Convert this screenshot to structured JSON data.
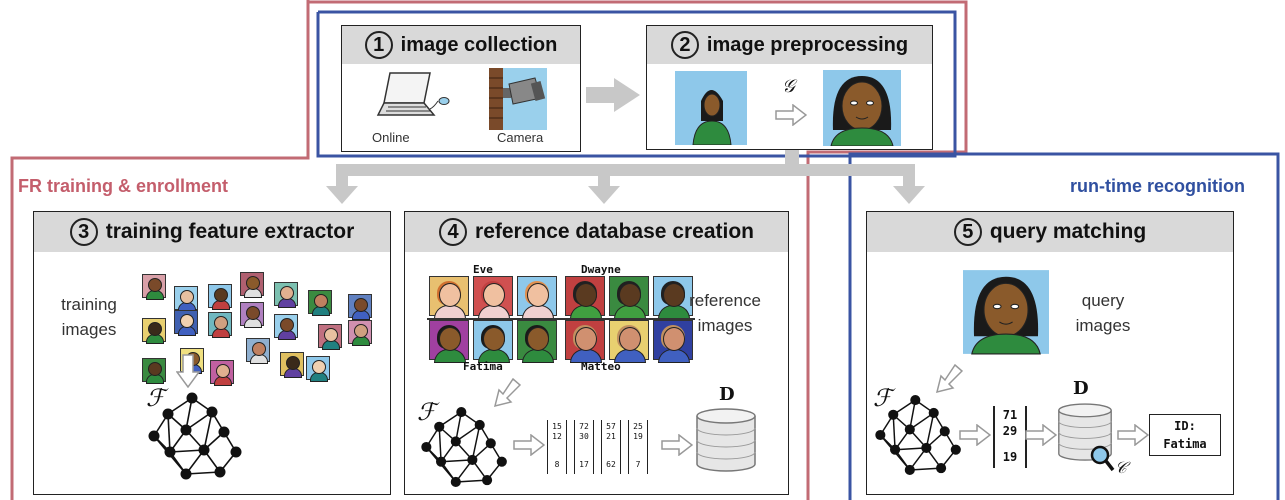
{
  "regions": {
    "training": {
      "label": "FR training & enrollment",
      "color": "#c26b74"
    },
    "runtime": {
      "label": "run-time recognition",
      "color": "#3a54a3"
    }
  },
  "steps": [
    {
      "number": "1",
      "title": "image collection"
    },
    {
      "number": "2",
      "title": "image preprocessing"
    },
    {
      "number": "3",
      "title": "training feature extractor"
    },
    {
      "number": "4",
      "title": "reference database creation"
    },
    {
      "number": "5",
      "title": "query matching"
    }
  ],
  "collection": {
    "sources": [
      "Online",
      "Camera"
    ]
  },
  "preprocessing": {
    "function": "𝒢"
  },
  "training": {
    "caption": [
      "training",
      "images"
    ],
    "extractor": "ℱ"
  },
  "reference": {
    "caption": [
      "reference",
      "images"
    ],
    "names": [
      "Eve",
      "Dwayne",
      "Fatima",
      "Matteo"
    ],
    "extractor": "ℱ",
    "database": "D",
    "vectors": [
      {
        "top": "15",
        "mid": "12",
        "bot": "8"
      },
      {
        "top": "72",
        "mid": "30",
        "bot": "17"
      },
      {
        "top": "57",
        "mid": "21",
        "bot": "62"
      },
      {
        "top": "25",
        "mid": "19",
        "bot": "7"
      }
    ]
  },
  "query": {
    "caption": [
      "query",
      "images"
    ],
    "extractor": "ℱ",
    "database": "D",
    "classifier": "𝒞",
    "vector": {
      "top": "71",
      "mid": "29",
      "bot": "19"
    },
    "result": [
      "ID:",
      "Fatima"
    ]
  },
  "colors": {
    "sky": "#8ec8ea",
    "skin": "#8a5a2b",
    "shirt": "#2e8b3e",
    "arrow": "#c0c0c0",
    "title_bg": "#d9d9d9"
  }
}
